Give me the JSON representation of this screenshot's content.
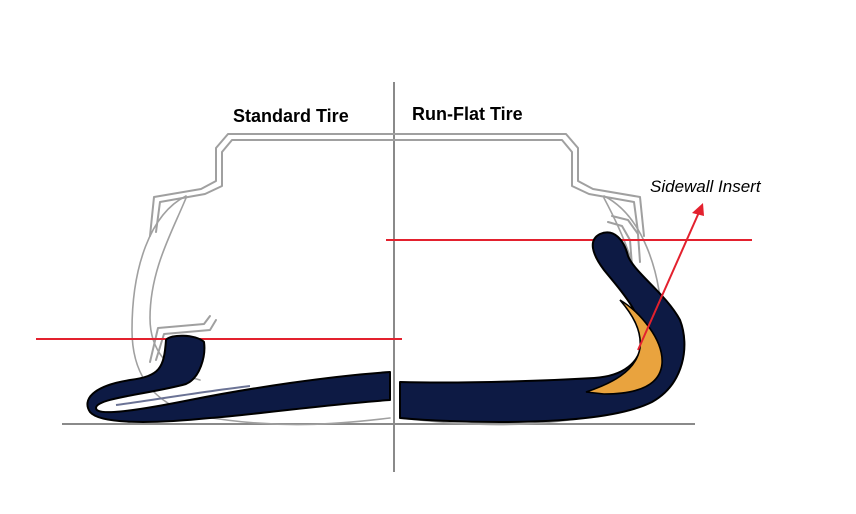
{
  "labels": {
    "standard": "Standard Tire",
    "runflat": "Run-Flat Tire",
    "insert": "Sidewall Insert"
  },
  "colors": {
    "tire_fill": "#0d1a44",
    "tire_outline": "#000000",
    "insert_fill": "#e9a33e",
    "red_line": "#e3212e",
    "outline_gray": "#a0a0a0",
    "divider_gray": "#8a8a8a",
    "ground_gray": "#8a8a8a"
  }
}
